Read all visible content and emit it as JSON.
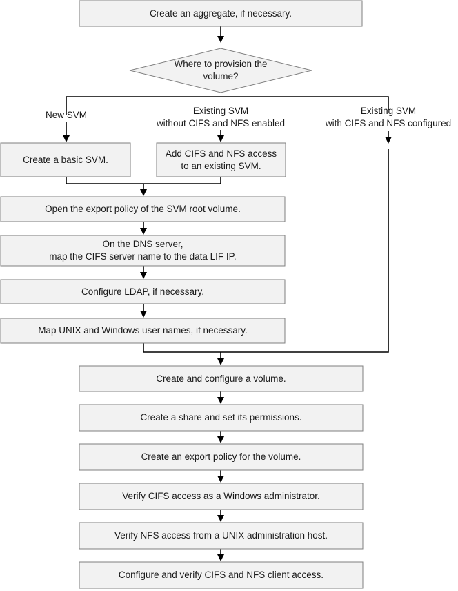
{
  "steps": {
    "create_aggregate": "Create an aggregate, if necessary.",
    "decision": "Where to provision the\nvolume?",
    "basic_svm": "Create a basic SVM.",
    "add_access": "Add CIFS and NFS access\nto an existing SVM.",
    "open_export": "Open the export policy of the SVM root volume.",
    "dns": "On the DNS server,\nmap the CIFS server name to the data LIF IP.",
    "ldap": "Configure LDAP, if necessary.",
    "map_names": "Map UNIX and Windows user names, if necessary.",
    "create_volume": "Create and configure a volume.",
    "create_share": "Create a share and set its permissions.",
    "export_policy": "Create an export policy for the volume.",
    "verify_cifs": "Verify CIFS access as a Windows administrator.",
    "verify_nfs": "Verify NFS access from a UNIX administration host.",
    "configure_clients": "Configure and verify CIFS and NFS client access."
  },
  "branches": {
    "new_svm": "New SVM",
    "existing_without": "Existing SVM\nwithout CIFS and NFS enabled",
    "existing_with": "Existing SVM\nwith CIFS and NFS configured"
  }
}
